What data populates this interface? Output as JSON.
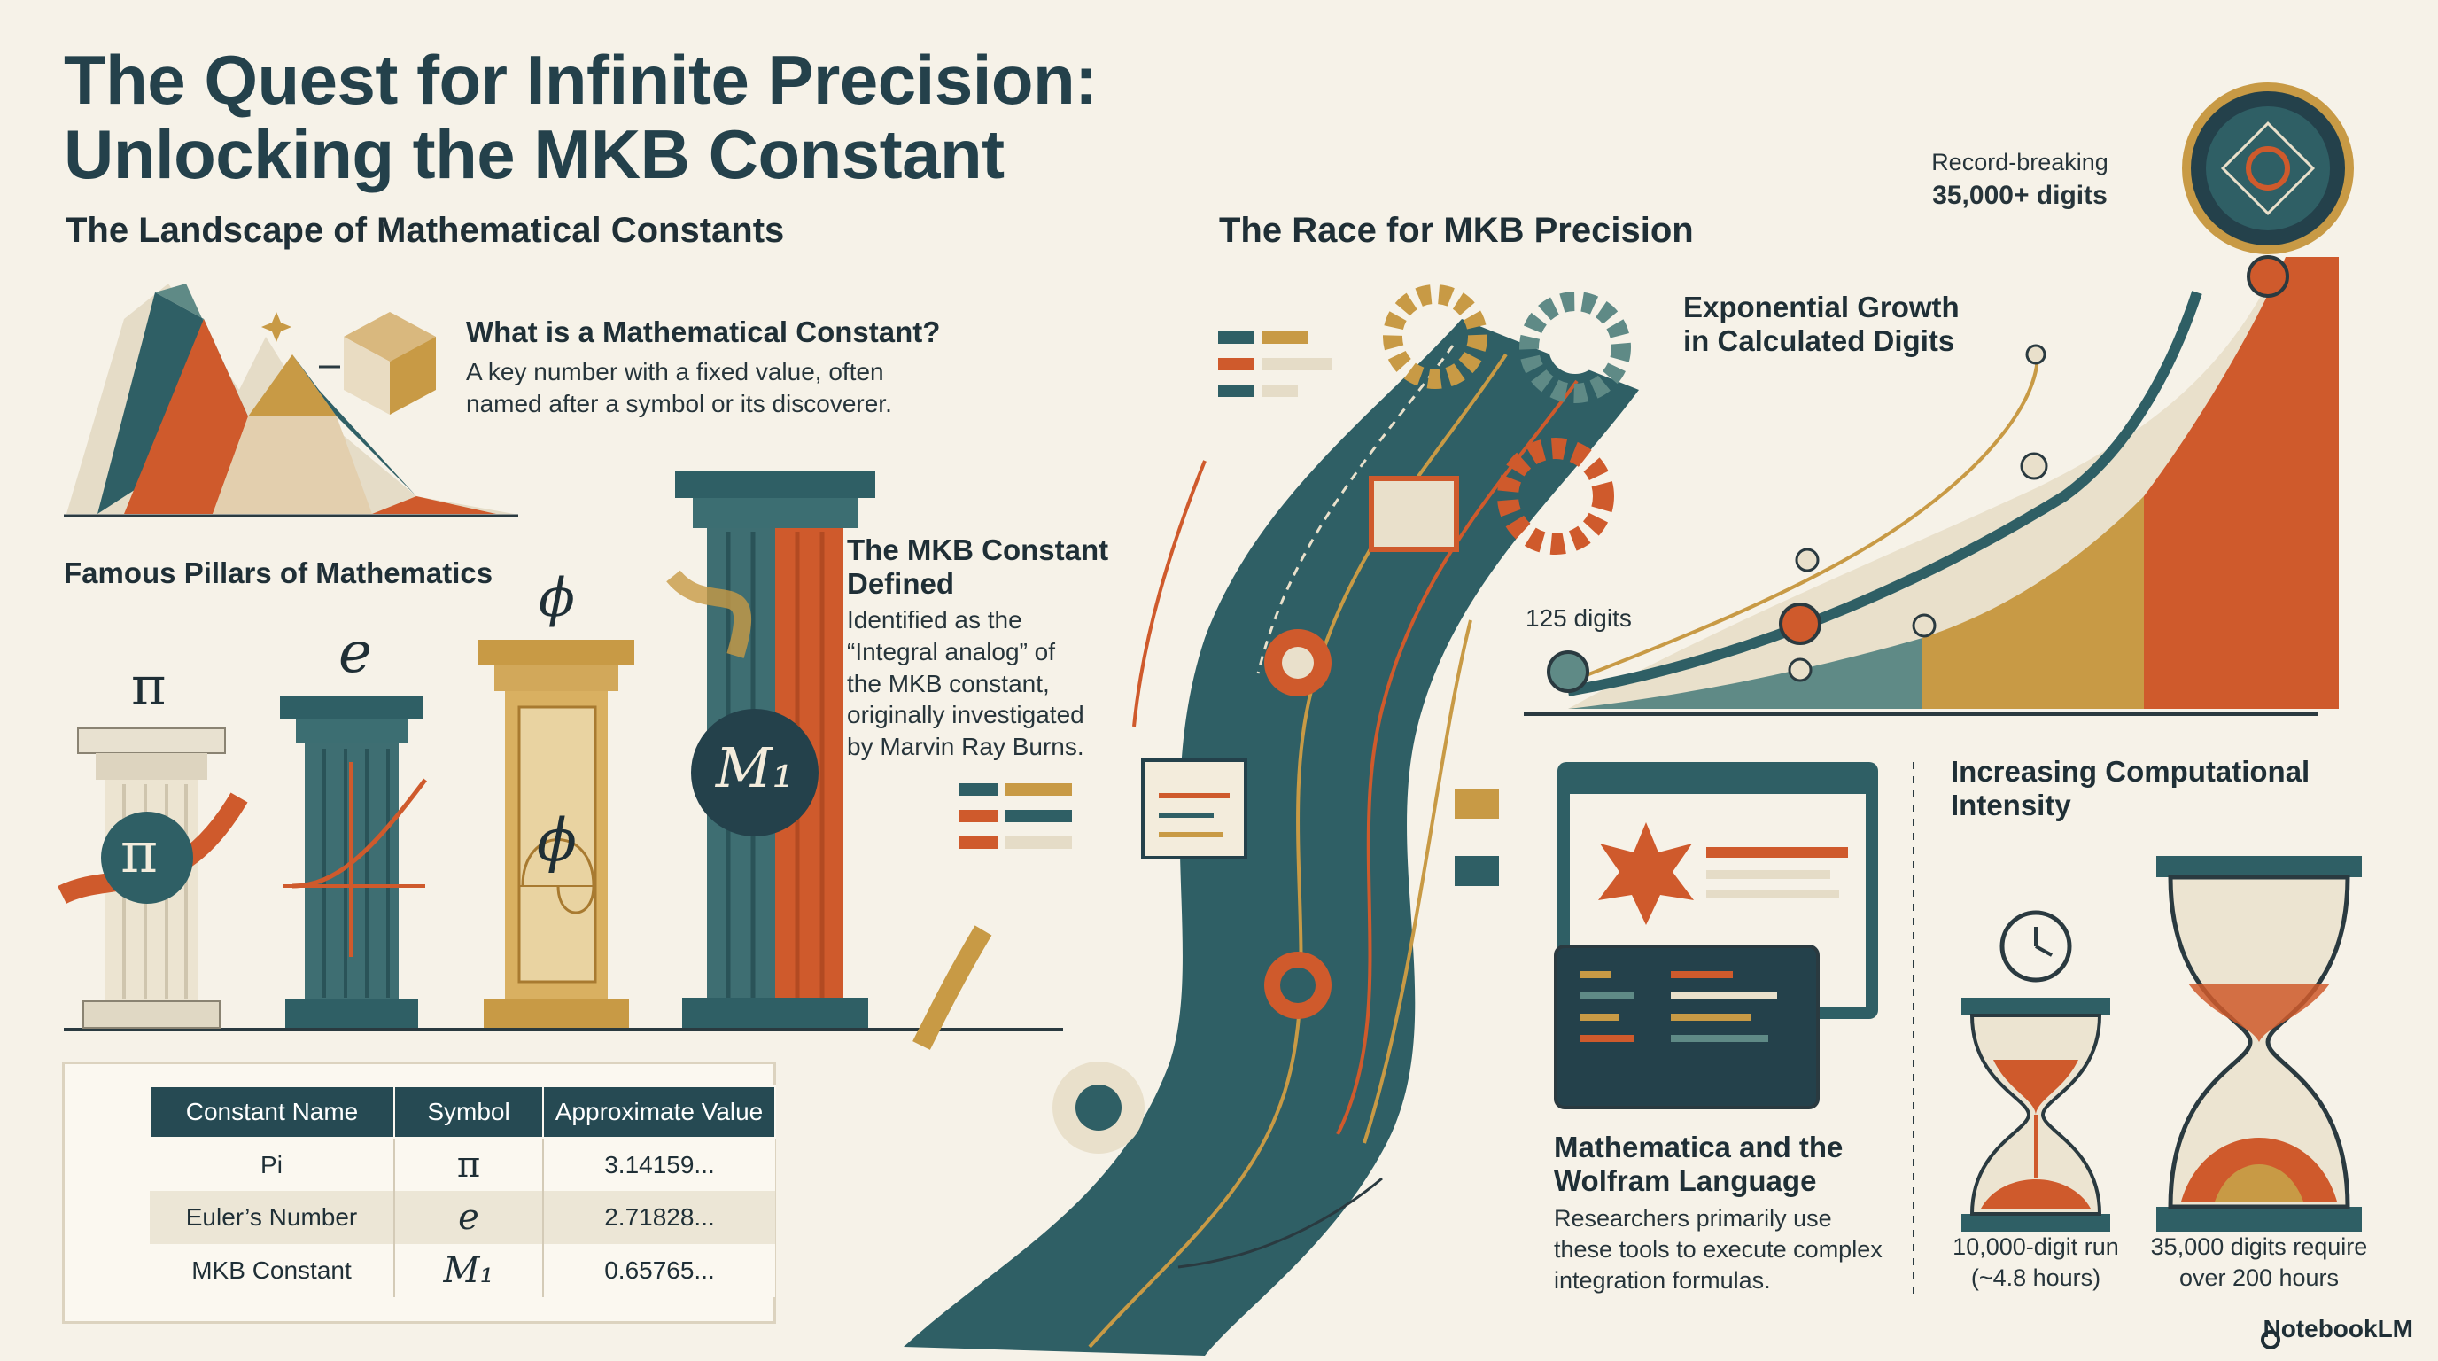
{
  "title_line1": "The Quest for Infinite Precision:",
  "title_line2": "Unlocking the MKB Constant",
  "left": {
    "heading": "The Landscape of Mathematical Constants",
    "what_heading": "What is a Mathematical Constant?",
    "what_body_1": "A key number with a fixed value, often",
    "what_body_2": "named after a symbol or its discoverer.",
    "pillars_heading": "Famous Pillars of Mathematics",
    "pillar_symbols": [
      "π",
      "e",
      "ϕ"
    ],
    "mkb_symbol": "M₁",
    "mkb_heading_1": "The MKB Constant",
    "mkb_heading_2": "Defined",
    "mkb_body": [
      "Identified as the",
      "“Integral analog” of",
      "the MKB constant,",
      "originally investigated",
      "by Marvin Ray Burns."
    ]
  },
  "table": {
    "headers": [
      "Constant Name",
      "Symbol",
      "Approximate Value"
    ],
    "rows": [
      {
        "name": "Pi",
        "symbol": "π",
        "value": "3.14159..."
      },
      {
        "name": "Euler’s Number",
        "symbol": "e",
        "value": "2.71828..."
      },
      {
        "name": "MKB Constant",
        "symbol": "M₁",
        "value": "0.65765..."
      }
    ]
  },
  "right": {
    "heading": "The Race for MKB Precision",
    "growth_heading_1": "Exponential Growth",
    "growth_heading_2": "in Calculated Digits",
    "record_label": "Record-breaking",
    "record_value": "35,000+ digits",
    "start_label": "125 digits",
    "math_heading_1": "Mathematica and the",
    "math_heading_2": "Wolfram Language",
    "math_body": [
      "Researchers primarily use",
      "these tools to execute complex",
      "integration formulas."
    ],
    "intensity_heading_1": "Increasing Computational",
    "intensity_heading_2": "Intensity",
    "small_run_1": "10,000-digit run",
    "small_run_2": "(~4.8 hours)",
    "big_run_1": "35,000 digits require",
    "big_run_2": "over 200 hours"
  },
  "brand": "NotebookLM",
  "colors": {
    "teal": "#2f5f65",
    "orange": "#cf5a2c",
    "gold": "#c89a45",
    "cream": "#e9e0cb",
    "dark": "#24414b"
  }
}
